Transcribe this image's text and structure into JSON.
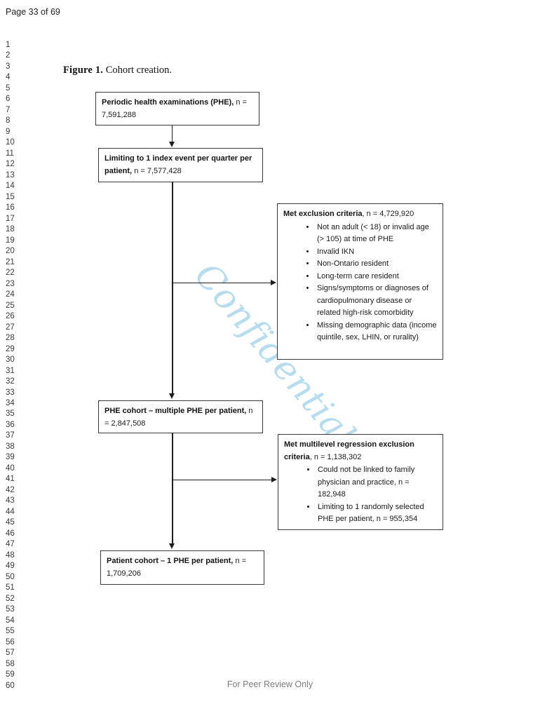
{
  "page": {
    "header": "Page 33 of 69",
    "footer": "For Peer Review Only",
    "watermark": "Confidential"
  },
  "line_numbers": [
    "1",
    "2",
    "3",
    "4",
    "5",
    "6",
    "7",
    "8",
    "9",
    "10",
    "11",
    "12",
    "13",
    "14",
    "15",
    "16",
    "17",
    "18",
    "19",
    "20",
    "21",
    "22",
    "23",
    "24",
    "25",
    "26",
    "27",
    "28",
    "29",
    "30",
    "31",
    "32",
    "33",
    "34",
    "35",
    "36",
    "37",
    "38",
    "39",
    "40",
    "41",
    "42",
    "43",
    "44",
    "45",
    "46",
    "47",
    "48",
    "49",
    "50",
    "51",
    "52",
    "53",
    "54",
    "55",
    "56",
    "57",
    "58",
    "59",
    "60"
  ],
  "figure": {
    "caption_label": "Figure 1.",
    "caption_text": " Cohort creation."
  },
  "flowchart": {
    "box_phe": {
      "bold": "Periodic health examinations (PHE),",
      "regular": "n = 7,591,288"
    },
    "box_limit": {
      "bold": "Limiting to 1 index event per quarter per patient,",
      "regular": "n = 7,577,428"
    },
    "box_exclusion": {
      "title_bold": "Met exclusion criteria",
      "title_rest": ", n = 4,729,920",
      "bullets": [
        "Not an adult (< 18) or invalid age (> 105) at time of PHE",
        "Invalid IKN",
        "Non-Ontario resident",
        "Long-term care resident",
        "Signs/symptoms or diagnoses of cardiopulmonary disease or related high-risk comorbidity",
        "Missing demographic data (income quintile, sex, LHIN, or rurality)"
      ]
    },
    "box_cohort": {
      "bold": "PHE cohort – multiple PHE per patient,",
      "regular": "n = 2,847,508"
    },
    "box_regression": {
      "title_bold": "Met multilevel regression exclusion criteria",
      "title_rest": ", n = 1,138,302",
      "bullets": [
        "Could not be linked to family physician and practice, n = 182,948",
        "Limiting to 1 randomly selected PHE per patient, n = 955,354"
      ]
    },
    "box_patient": {
      "bold": "Patient cohort – 1 PHE per patient,",
      "regular": "n = 1,709,206"
    }
  }
}
